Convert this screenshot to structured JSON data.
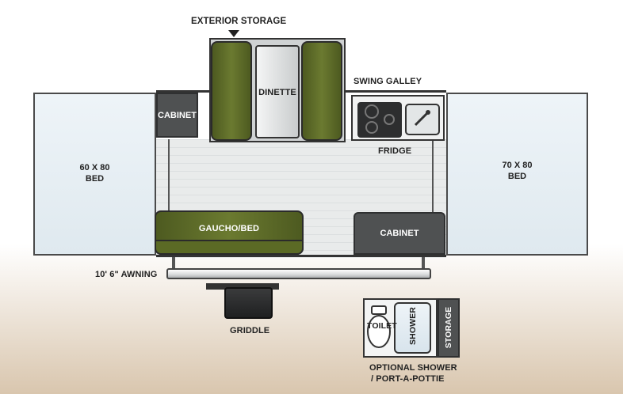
{
  "labels": {
    "exterior_storage": "EXTERIOR STORAGE",
    "dinette": "DINETTE",
    "swing_galley": "SWING GALLEY",
    "cabinet_left": "CABINET",
    "fridge": "FRIDGE",
    "bed_left_line1": "60 X 80",
    "bed_left_line2": "BED",
    "bed_right_line1": "70 X 80",
    "bed_right_line2": "BED",
    "gaucho": "GAUCHO/BED",
    "cabinet_right": "CABINET",
    "awning": "10' 6\" AWNING",
    "griddle": "GRIDDLE",
    "toilet": "TOILET",
    "shower": "SHOWER",
    "storage": "STORAGE",
    "optional_line1": "OPTIONAL SHOWER",
    "optional_line2": "/ PORT-A-POTTIE"
  },
  "colors": {
    "cushion_green": "#6b7a30",
    "cabinet_gray": "#4f5152",
    "bed_fill": "#e6eef3"
  }
}
